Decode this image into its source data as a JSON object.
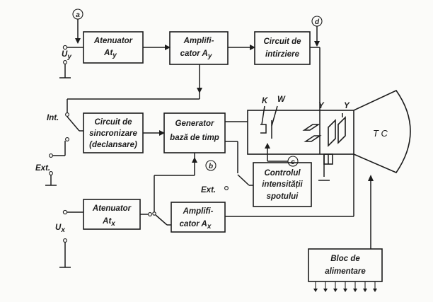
{
  "blocks": {
    "atenuator_y": [
      "Atenuator",
      "At"
    ],
    "atenuator_y_sub": "y",
    "amplificator_y": [
      "Amplifi-",
      "cator A"
    ],
    "amplificator_y_sub": "y",
    "circuit_intirziere": [
      "Circuit de",
      "intirziere"
    ],
    "circuit_sincronizare": [
      "Circuit de",
      "sincronizare",
      "(declansare)"
    ],
    "generator_baza": [
      "Generator",
      "bază de timp"
    ],
    "controlul_intensitatii": [
      "Controlul",
      "intensității",
      "spotului"
    ],
    "atenuator_x": [
      "Atenuator",
      "At"
    ],
    "atenuator_x_sub": "x",
    "amplificator_x": [
      "Amplifi-",
      "cator A"
    ],
    "amplificator_x_sub": "x",
    "bloc_alimentare": [
      "Bloc de",
      "alimentare"
    ]
  },
  "labels": {
    "uy": "U",
    "uy_sub": "y",
    "ux": "U",
    "ux_sub": "x",
    "int": "Int.",
    "ext_left": "Ext.",
    "ext_right": "Ext.",
    "tc": "T C",
    "k": "K",
    "w": "W",
    "y1": "Y",
    "y2": "Y"
  },
  "markers": {
    "a": "a",
    "b": "b",
    "c": "c",
    "d": "d"
  }
}
